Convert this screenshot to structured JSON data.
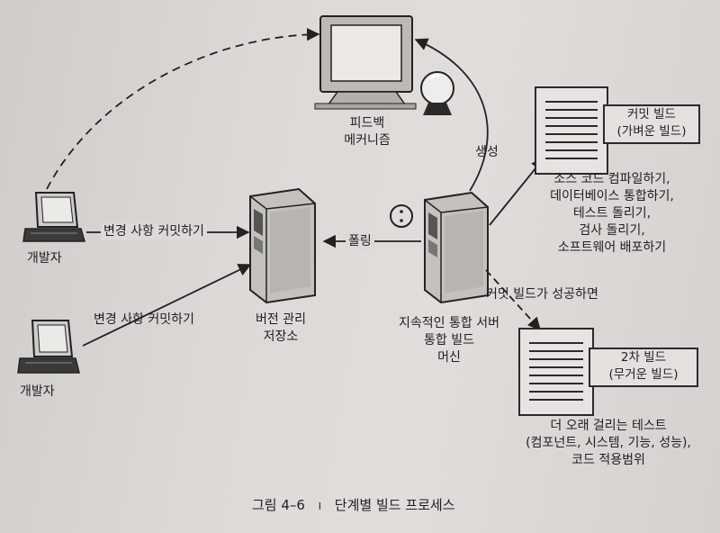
{
  "feedback": {
    "label_line1": "피드백",
    "label_line2": "메커니즘"
  },
  "developer_top": {
    "label": "개발자"
  },
  "developer_bottom": {
    "label": "개발자"
  },
  "vcs": {
    "label_line1": "버전 관리",
    "label_line2": "저장소"
  },
  "ci_server": {
    "label_line1": "지속적인 통합 서버",
    "label_line2": "통합 빌드",
    "label_line3": "머신"
  },
  "edges": {
    "commit_top": "변경 사항 커밋하기",
    "commit_bottom": "변경 사항 커밋하기",
    "polling": "폴링",
    "generate": "생성",
    "on_success": "커밋 빌드가 성공하면"
  },
  "commit_build": {
    "title_line1": "커밋 빌드",
    "title_line2": "(가벼운 빌드)",
    "steps": [
      "소스 코드 컴파일하기,",
      "데이터베이스 통합하기,",
      "테스트 돌리기,",
      "검사 돌리기,",
      "소프트웨어 배포하기"
    ]
  },
  "secondary_build": {
    "title_line1": "2차 빌드",
    "title_line2": "(무거운 빌드)",
    "steps": [
      "더 오래 걸리는 테스트",
      "(컴포넌트, 시스템, 기능, 성능),",
      "코드 적용범위"
    ]
  },
  "caption": {
    "figure_no": "그림 4–6",
    "separator": "I",
    "title": "단계별 빌드 프로세스"
  }
}
